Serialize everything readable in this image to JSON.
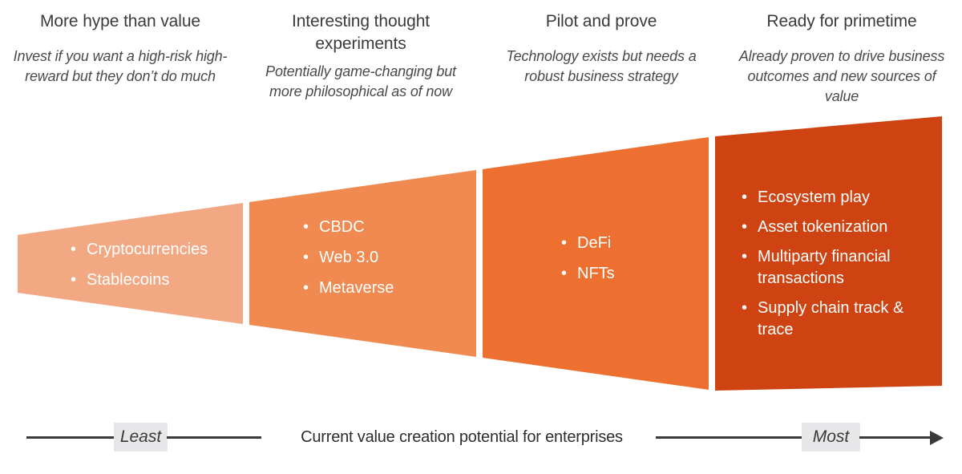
{
  "columns": [
    {
      "title": "More hype than value",
      "subtitle": "Invest if you want a high-risk high-reward but they don’t do much",
      "color": "#F2A883",
      "items": [
        "Cryptocurrencies",
        "Stablecoins"
      ]
    },
    {
      "title": "Interesting thought experiments",
      "subtitle": "Potentially  game-changing but more philosophical  as of now",
      "color": "#F08A50",
      "items": [
        "CBDC",
        "Web 3.0",
        "Metaverse"
      ]
    },
    {
      "title": "Pilot and prove",
      "subtitle": "Technology exists but needs a robust business strategy",
      "color": "#EE7030",
      "items": [
        "DeFi",
        "NFTs"
      ]
    },
    {
      "title": "Ready for primetime",
      "subtitle": "Already proven to drive business outcomes and new sources of value",
      "color": "#CE4311",
      "items": [
        "Ecosystem play",
        "Asset tokenization",
        "Multiparty financial transactions",
        "Supply chain track & trace"
      ]
    }
  ],
  "bullet_glyph": "•",
  "axis": {
    "label": "Current value creation potential for enterprises",
    "left_cap": "Least",
    "right_cap": "Most",
    "line_color": "#3a3a3a",
    "cap_background": "#e7e7ea"
  }
}
